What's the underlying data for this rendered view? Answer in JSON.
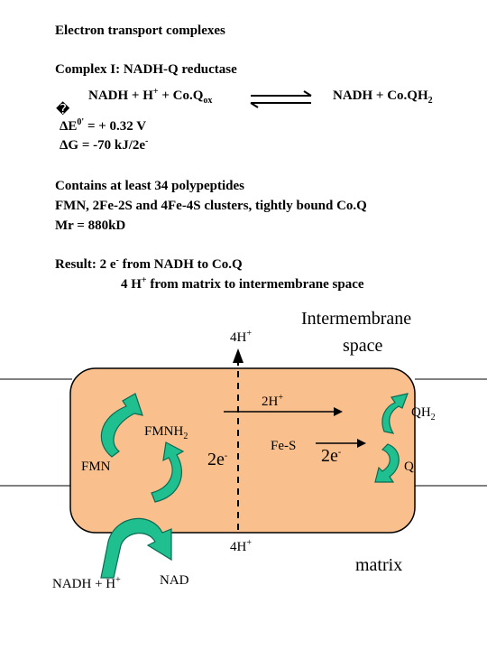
{
  "header": {
    "title": "Electron transport complexes",
    "complex_name": "Complex I: NADH-Q reductase"
  },
  "reaction": {
    "left_a": "NADH + H",
    "left_a_sup": "+",
    "left_b": " + Co.Q",
    "left_b_sub": "ox",
    "right": "NADH + Co.QH",
    "right_sub": "2",
    "marker": "�"
  },
  "thermo": {
    "de_symbol": "Δ",
    "de_label": "E",
    "de_sup": "0'",
    "de_value": " = + 0.32 V",
    "dg_symbol": "Δ",
    "dg_text": "G = -70 kJ/2e",
    "dg_sup": "-"
  },
  "properties": {
    "line1": "Contains at least 34 polypeptides",
    "line2": "FMN, 2Fe-2S and 4Fe-4S clusters, tightly bound Co.Q",
    "line3": "Mr = 880kD"
  },
  "result": {
    "label": "Result: 2 e",
    "label_sup": "-",
    "label_tail": " from NADH to Co.Q",
    "line2": "4 H",
    "line2_sup": "+",
    "line2_tail": " from matrix to intermembrane space"
  },
  "diagram": {
    "intermembrane_1": "Intermembrane",
    "intermembrane_2": "space",
    "matrix": "matrix",
    "top_h": "4H",
    "top_h_sup": "+",
    "bottom_h": "4H",
    "bottom_h_sup": "+",
    "mid_h": "2H",
    "mid_h_sup": "+",
    "fmnh2": "FMNH",
    "fmnh2_sub": "2",
    "fmn": "FMN",
    "fes": "Fe-S",
    "e_left": "2e",
    "e_left_sup": "-",
    "e_right": "2e",
    "e_right_sup": "-",
    "qh2": "QH",
    "qh2_sub": "2",
    "q": "Q",
    "nadh": "NADH + H",
    "nadh_sup": "+",
    "nad": "NAD"
  },
  "colors": {
    "complex_fill": "#f9c08e",
    "arrow_fill": "#1fbf8f",
    "arrow_stroke": "#0a6b52"
  }
}
